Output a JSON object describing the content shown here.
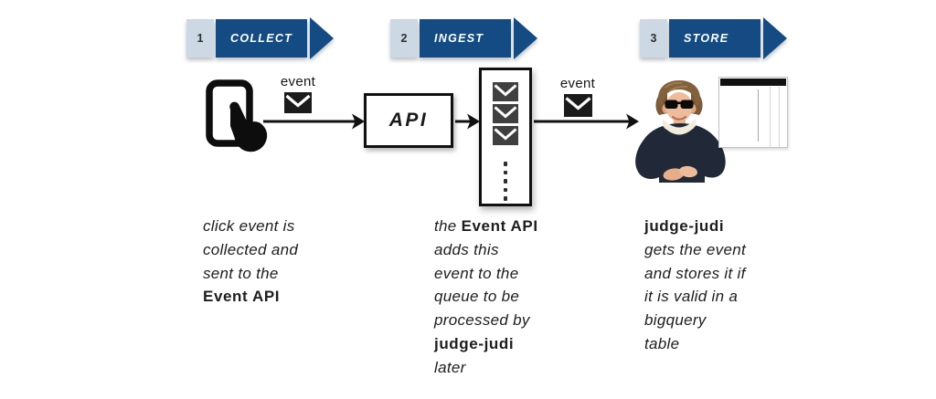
{
  "colors": {
    "banner_blue": "#134b82",
    "step_number_bg": "#ccd9e4",
    "ink": "#111111",
    "queue_envelope": "#3f3f3f",
    "caption_text": "#1d1d1d"
  },
  "stages": [
    {
      "number": "1",
      "label": "COLLECT"
    },
    {
      "number": "2",
      "label": "INGEST"
    },
    {
      "number": "3",
      "label": "STORE"
    }
  ],
  "flow": {
    "event_label_collect": "event",
    "event_label_ingest": "event",
    "api_label": "API"
  },
  "captions": [
    {
      "lines": [
        [
          {
            "t": "click event is",
            "b": false
          }
        ],
        [
          {
            "t": "collected and",
            "b": false
          }
        ],
        [
          {
            "t": "sent to the",
            "b": false
          }
        ],
        [
          {
            "t": "Event API",
            "b": true
          }
        ]
      ]
    },
    {
      "lines": [
        [
          {
            "t": "the ",
            "b": false
          },
          {
            "t": "Event API",
            "b": true
          }
        ],
        [
          {
            "t": "adds this",
            "b": false
          }
        ],
        [
          {
            "t": "event to the",
            "b": false
          }
        ],
        [
          {
            "t": "queue to be",
            "b": false
          }
        ],
        [
          {
            "t": "processed by",
            "b": false
          }
        ],
        [
          {
            "t": "judge-judi",
            "b": true
          }
        ],
        [
          {
            "t": "later",
            "b": false
          }
        ]
      ]
    },
    {
      "lines": [
        [
          {
            "t": "judge-judi",
            "b": true
          }
        ],
        [
          {
            "t": "gets the event",
            "b": false
          }
        ],
        [
          {
            "t": "and stores it if",
            "b": false
          }
        ],
        [
          {
            "t": "it is valid in a",
            "b": false
          }
        ],
        [
          {
            "t": "bigquery",
            "b": false
          }
        ],
        [
          {
            "t": "table",
            "b": false
          }
        ]
      ]
    }
  ]
}
